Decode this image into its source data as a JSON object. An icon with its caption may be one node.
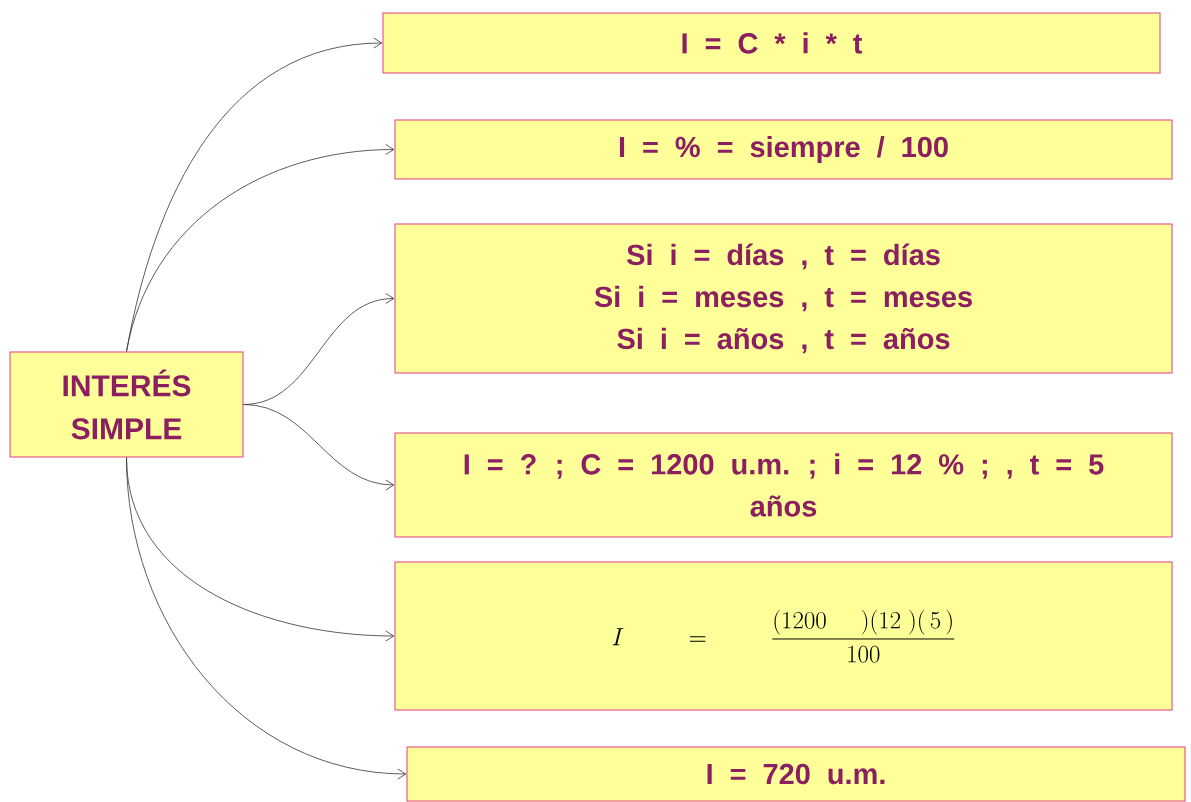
{
  "diagram": {
    "nodes": [
      {
        "text": [
          "INTERÉS SIMPLE"
        ]
      },
      {
        "text": [
          "I = C * i * t"
        ]
      },
      {
        "text": [
          "I = % = siempre / 100"
        ]
      },
      {
        "text": [
          "Si i = días , t = días",
          "Si i = meses , t = meses",
          "Si i = años , t = años"
        ]
      },
      {
        "text": [
          "I = ? ; C = 1200 u.m. ; i = 12 % ; , t = 5 años"
        ]
      },
      {
        "text": [
          "I = \\dfrac{(1200\\quad)(12\\;)(\\,5\\,)}{100}"
        ]
      },
      {
        "text": [
          "I = 720 u.m."
        ]
      }
    ],
    "edges": [
      {
        "from": 0,
        "to": 1,
        "arrow": "to"
      },
      {
        "from": 0,
        "to": 2,
        "arrow": "to"
      },
      {
        "from": 0,
        "to": 3,
        "arrow": "to"
      },
      {
        "from": 0,
        "to": 4,
        "arrow": "to"
      },
      {
        "from": 0,
        "to": 5,
        "arrow": "to"
      },
      {
        "from": 0,
        "to": 6,
        "arrow": "to"
      }
    ]
  }
}
